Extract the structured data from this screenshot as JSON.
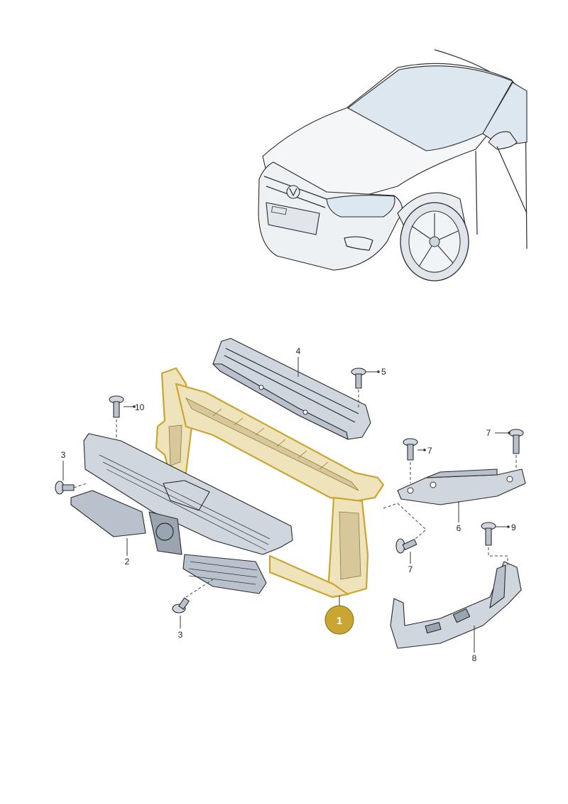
{
  "labels": {
    "p1": "1",
    "p2": "2",
    "p3a": "3",
    "p3b": "3",
    "p4": "4",
    "p5": "5",
    "p6": "6",
    "p7a": "7",
    "p7b": "7",
    "p7c": "7",
    "p8": "8",
    "p9": "9",
    "p10": "10"
  },
  "colors": {
    "highlight": "#c9a532",
    "highlight_fill": "#efe3bc",
    "part_grey": "#cfd6de"
  }
}
